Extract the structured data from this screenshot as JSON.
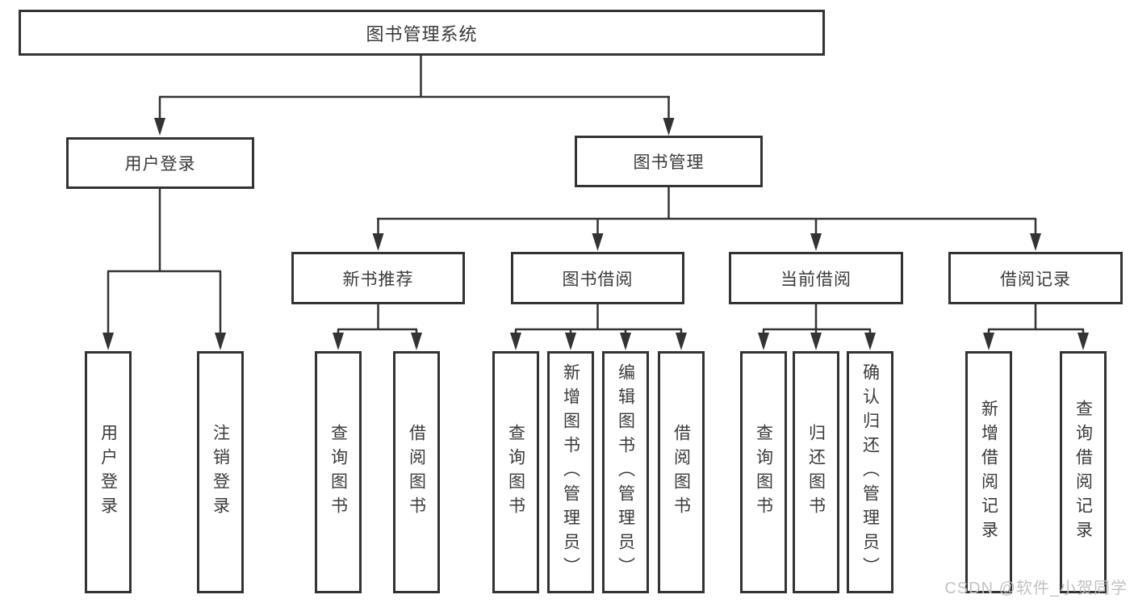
{
  "tree": {
    "root": {
      "label": "图书管理系统"
    },
    "user_login": {
      "label": "用户登录",
      "children": [
        {
          "label": "用户登录"
        },
        {
          "label": "注销登录"
        }
      ]
    },
    "book_mgmt": {
      "label": "图书管理",
      "new_books": {
        "label": "新书推荐",
        "children": [
          {
            "label": "查询图书"
          },
          {
            "label": "借阅图书"
          }
        ]
      },
      "borrow": {
        "label": "图书借阅",
        "children": [
          {
            "label": "查询图书"
          },
          {
            "label": "新增图书（管理员）"
          },
          {
            "label": "编辑图书（管理员）"
          },
          {
            "label": "借阅图书"
          }
        ]
      },
      "current": {
        "label": "当前借阅",
        "children": [
          {
            "label": "查询图书"
          },
          {
            "label": "归还图书"
          },
          {
            "label": "确认归还（管理员）"
          }
        ]
      },
      "records": {
        "label": "借阅记录",
        "children": [
          {
            "label": "新增借阅记录"
          },
          {
            "label": "查询借阅记录"
          }
        ]
      }
    }
  },
  "watermark": {
    "text": "CSDN @软件_小贺同学"
  },
  "colors": {
    "line": "#333333",
    "border": "#333333",
    "text": "#3a3a3a",
    "watermark": "#c2c2c7",
    "background": "#ffffff"
  }
}
